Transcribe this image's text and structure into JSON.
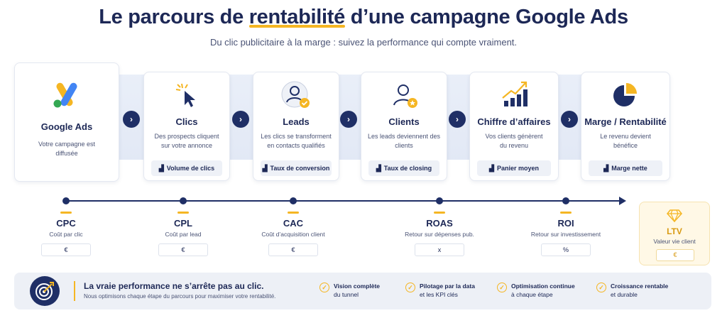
{
  "header": {
    "title_before": "Le parcours de ",
    "title_highlight": "rentabilité",
    "title_after": " d’une campagne Google Ads",
    "subtitle": "Du clic publicitaire à la marge : suivez la performance qui compte vraiment."
  },
  "steps": [
    {
      "title": "Google Ads",
      "desc": "Votre campagne est diffusée",
      "icon": "google-ads-logo-icon"
    },
    {
      "title": "Clics",
      "desc": "Des prospects cliquent sur votre annonce",
      "kpi": "Volume de clics",
      "icon": "cursor-click-icon"
    },
    {
      "title": "Leads",
      "desc": "Les clics se transforment en contacts qualifiés",
      "kpi": "Taux de conversion",
      "icon": "user-check-icon"
    },
    {
      "title": "Clients",
      "desc": "Les leads deviennent des clients",
      "kpi": "Taux de closing",
      "icon": "user-star-icon"
    },
    {
      "title": "Chiffre d’affaires",
      "desc": "Vos clients génèrent du revenu",
      "kpi": "Panier moyen",
      "icon": "growth-chart-icon"
    },
    {
      "title": "Marge / Rentabilité",
      "desc": "Le revenu devient bénéfice",
      "kpi": "Marge nette",
      "icon": "pie-chart-icon"
    }
  ],
  "metrics": [
    {
      "name": "CPC",
      "desc": "Coût par clic",
      "unit": "€"
    },
    {
      "name": "CPL",
      "desc": "Coût par lead",
      "unit": "€"
    },
    {
      "name": "CAC",
      "desc": "Coût d’acquisition client",
      "unit": "€"
    },
    {
      "name": "ROAS",
      "desc": "Retour sur dépenses pub.",
      "unit": "x"
    },
    {
      "name": "ROI",
      "desc": "Retour sur investissement",
      "unit": "%"
    }
  ],
  "ltv": {
    "name": "LTV",
    "desc": "Valeur vie client",
    "unit": "€",
    "icon": "diamond-icon"
  },
  "footer": {
    "headline": "La vraie performance ne s’arrête pas au clic.",
    "sub": "Nous optimisons chaque étape du parcours pour maximiser votre rentabilité.",
    "items": [
      {
        "bold": "Vision complète",
        "rest": "du tunnel"
      },
      {
        "bold": "Pilotage par la data",
        "rest": "et les KPI clés"
      },
      {
        "bold": "Optimisation continue",
        "rest": "à chaque étape"
      },
      {
        "bold": "Croissance rentable",
        "rest": "et durable"
      }
    ]
  },
  "colors": {
    "navy": "#1f2f66",
    "accent": "#f5b623",
    "blue_band": "#e3e9f6"
  }
}
